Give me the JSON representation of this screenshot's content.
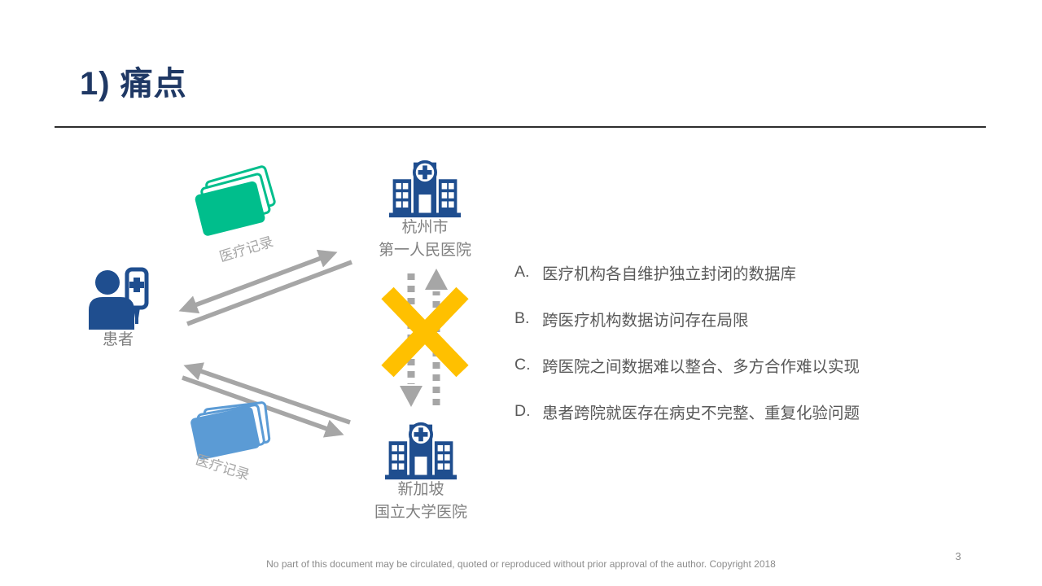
{
  "slide": {
    "title": "1) 痛点",
    "page_number": "3",
    "footer": "No part of this document may be circulated, quoted or reproduced without prior approval of the author. Copyright 2018"
  },
  "diagram": {
    "patient": {
      "label": "患者",
      "icon": "patient-with-iv-icon"
    },
    "hospital_top": {
      "name_line1": "杭州市",
      "name_line2": "第一人民医院",
      "icon": "hospital-building-icon"
    },
    "hospital_bottom": {
      "name_line1": "新加坡",
      "name_line2": "国立大学医院",
      "icon": "hospital-building-icon"
    },
    "record_top": {
      "label": "医疗记录",
      "color": "#00BE8C",
      "icon": "medical-records-stack-icon"
    },
    "record_bottom": {
      "label": "医疗记录",
      "color": "#5B9BD5",
      "icon": "medical-records-stack-icon"
    },
    "blocked": {
      "icon": "blocked-x-icon",
      "color": "#FFC000",
      "meaning": "no data exchange between hospitals"
    }
  },
  "points": [
    {
      "letter": "A.",
      "text": "医疗机构各自维护独立封闭的数据库"
    },
    {
      "letter": "B.",
      "text": "跨医疗机构数据访问存在局限"
    },
    {
      "letter": "C.",
      "text": "跨医院之间数据难以整合、多方合作难以实现"
    },
    {
      "letter": "D.",
      "text": "患者跨院就医存在病史不完整、重复化验问题"
    }
  ],
  "colors": {
    "title_navy": "#1F3864",
    "icon_blue": "#1F4E8F",
    "record_green": "#00BE8C",
    "record_blue": "#5B9BD5",
    "blocked_yellow": "#FFC000",
    "arrow_gray": "#A6A6A6",
    "label_gray": "#808080",
    "text_gray": "#595959"
  }
}
